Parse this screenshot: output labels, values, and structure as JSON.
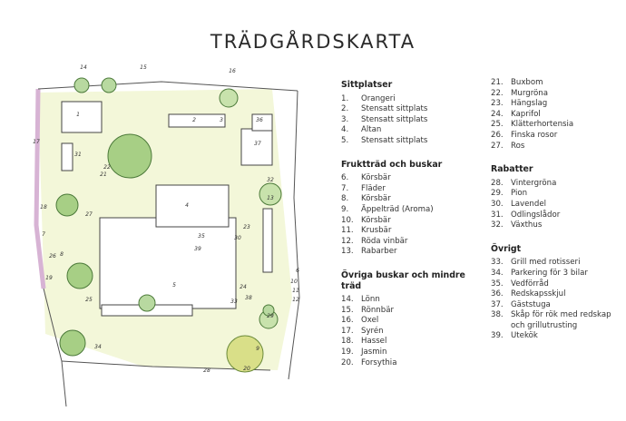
{
  "title": "TRÄDGÅRDSKARTA",
  "legend": {
    "col1": [
      {
        "heading": "Sittplatser",
        "items": [
          {
            "n": "1.",
            "label": "Orangeri"
          },
          {
            "n": "2.",
            "label": "Stensatt sittplats"
          },
          {
            "n": "3.",
            "label": "Stensatt sittplats"
          },
          {
            "n": "4.",
            "label": "Altan"
          },
          {
            "n": "5.",
            "label": "Stensatt sittplats"
          }
        ]
      },
      {
        "heading": "Fruktträd och buskar",
        "items": [
          {
            "n": "6.",
            "label": "Körsbär"
          },
          {
            "n": "7.",
            "label": "Fläder"
          },
          {
            "n": "8.",
            "label": "Körsbär"
          },
          {
            "n": "9.",
            "label": "Äppelträd (Aroma)"
          },
          {
            "n": "10.",
            "label": "Körsbär"
          },
          {
            "n": "11.",
            "label": "Krusbär"
          },
          {
            "n": "12.",
            "label": "Röda vinbär"
          },
          {
            "n": "13.",
            "label": "Rabarber"
          }
        ]
      },
      {
        "heading": "Övriga buskar och mindre träd",
        "items": [
          {
            "n": "14.",
            "label": "Lönn"
          },
          {
            "n": "15.",
            "label": "Rönnbär"
          },
          {
            "n": "16.",
            "label": "Oxel"
          },
          {
            "n": "17.",
            "label": "Syrén"
          },
          {
            "n": "18.",
            "label": "Hassel"
          },
          {
            "n": "19.",
            "label": "Jasmin"
          },
          {
            "n": "20.",
            "label": "Forsythia"
          }
        ]
      }
    ],
    "col2": [
      {
        "heading": "",
        "items": [
          {
            "n": "21.",
            "label": "Buxbom"
          },
          {
            "n": "22.",
            "label": "Murgröna"
          },
          {
            "n": "23.",
            "label": "Hängslag"
          },
          {
            "n": "24.",
            "label": "Kaprifol"
          },
          {
            "n": "25.",
            "label": "Klätterhortensia"
          },
          {
            "n": "26.",
            "label": "Finska rosor"
          },
          {
            "n": "27.",
            "label": "Ros"
          }
        ]
      },
      {
        "heading": "Rabatter",
        "items": [
          {
            "n": "28.",
            "label": "Vintergröna"
          },
          {
            "n": "29.",
            "label": "Pion"
          },
          {
            "n": "30.",
            "label": "Lavendel"
          },
          {
            "n": "31.",
            "label": "Odlingslådor"
          },
          {
            "n": "32.",
            "label": "Växthus"
          }
        ]
      },
      {
        "heading": "Övrigt",
        "items": [
          {
            "n": "33.",
            "label": "Grill med rotisseri"
          },
          {
            "n": "34.",
            "label": "Parkering för 3 bilar"
          },
          {
            "n": "35.",
            "label": "Vedförråd"
          },
          {
            "n": "36.",
            "label": "Redskapsskjul"
          },
          {
            "n": "37.",
            "label": "Gäststuga"
          },
          {
            "n": "38.",
            "label": "Skåp för rök med redskap och grillutrusting"
          },
          {
            "n": "39.",
            "label": "Utekök"
          }
        ]
      }
    ]
  },
  "map": {
    "labels": [
      "1",
      "2",
      "3",
      "4",
      "5",
      "6",
      "7",
      "8",
      "9",
      "10",
      "11",
      "12",
      "13",
      "14",
      "15",
      "16",
      "17",
      "18",
      "19",
      "20",
      "21",
      "22",
      "23",
      "24",
      "25",
      "26",
      "27",
      "28",
      "29",
      "30",
      "31",
      "32",
      "33",
      "34",
      "35",
      "36",
      "37",
      "38",
      "39"
    ]
  }
}
